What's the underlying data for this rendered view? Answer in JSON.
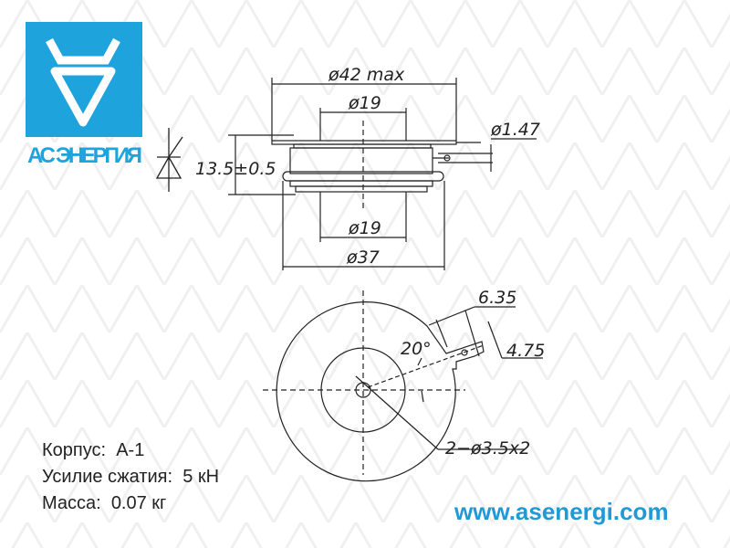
{
  "logo": {
    "text": "АС ЭНЕРГИЯ",
    "color": "#1fa3dc"
  },
  "dimensions": {
    "d42": "ø42 max",
    "d19_top": "ø19",
    "d19_bottom": "ø19",
    "d37": "ø37",
    "d147": "ø1.47",
    "height": "13.5±0.5",
    "w635": "6.35",
    "angle": "20°",
    "w475": "4.75",
    "holes": "2−ø3.5x2"
  },
  "specs": [
    {
      "label": "Корпус:",
      "value": "A-1"
    },
    {
      "label": "Усилие сжатия:",
      "value": "5 кН"
    },
    {
      "label": "Масса:",
      "value": "0.07 кг"
    }
  ],
  "website": "www.asenergi.com"
}
